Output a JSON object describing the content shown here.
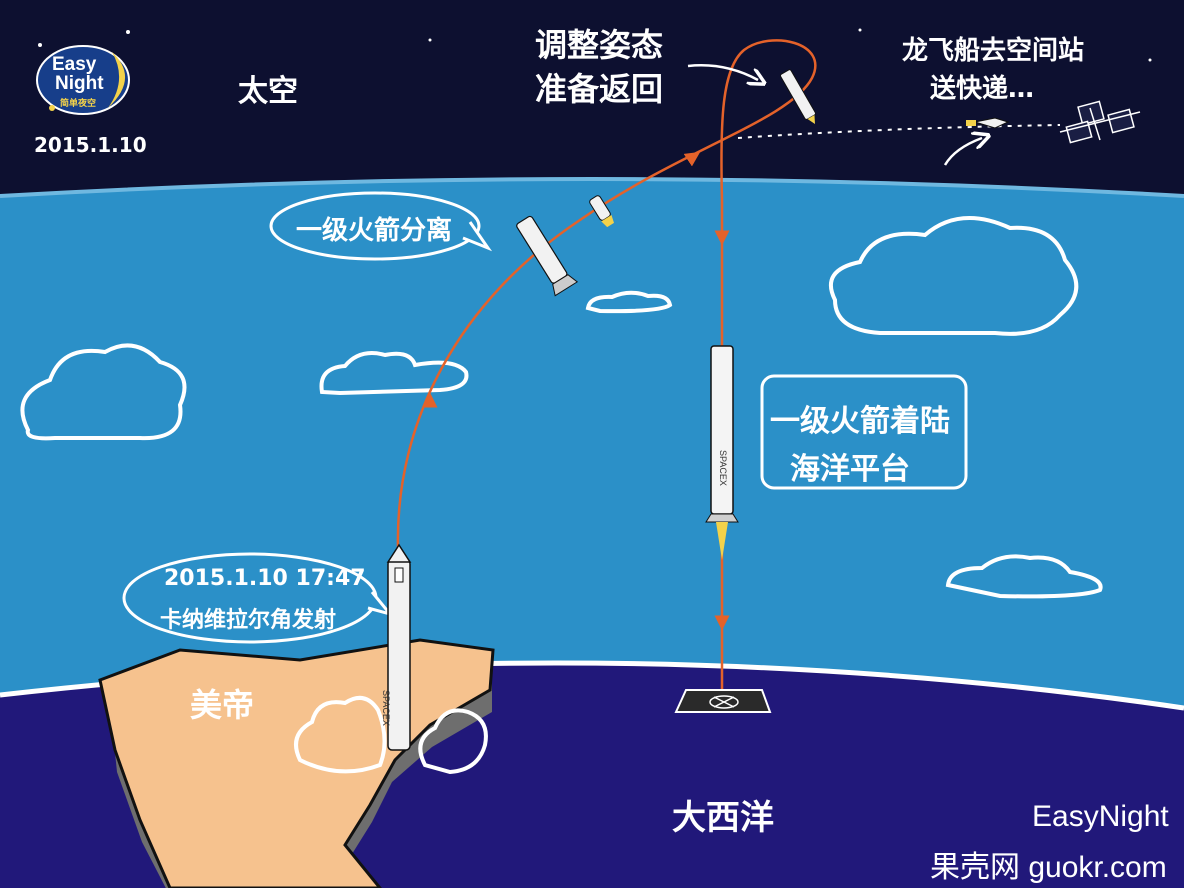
{
  "logo": {
    "line1": "Easy",
    "line2": "Night",
    "line3": "简单夜空"
  },
  "date": "2015.1.10",
  "zones": {
    "space": "太空",
    "atlantic": "大西洋",
    "usa": "美帝"
  },
  "annotations": {
    "adjust_line1": "调整姿态",
    "adjust_line2": "准备返回",
    "dragon_line1": "龙飞船去空间站",
    "dragon_line2": "送快递…",
    "separation": "一级火箭分离",
    "landing_line1": "一级火箭着陆",
    "landing_line2": "海洋平台",
    "launch_time": "2015.1.10  17:47",
    "launch_site": "卡纳维拉尔角发射"
  },
  "rocket_marking": "SPACEX",
  "credits": {
    "brand": "EasyNight",
    "site": "果壳网 guokr.com"
  },
  "colors": {
    "space": "#0d1030",
    "sky": "#2b90c8",
    "ocean": "#21187a",
    "land": "#f6c28e",
    "trajectory": "#e4622a",
    "outline": "#ffffff"
  }
}
